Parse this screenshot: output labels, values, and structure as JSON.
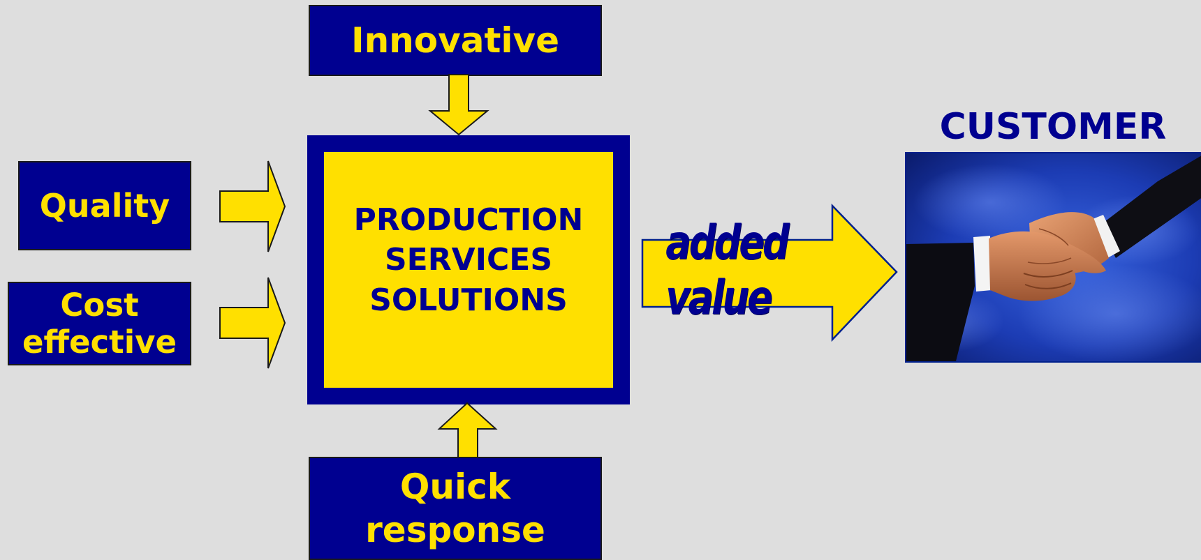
{
  "diagram": {
    "top_box": {
      "label": "Innovative"
    },
    "left_boxes": [
      {
        "lines": [
          "Quality"
        ]
      },
      {
        "lines": [
          "Cost",
          "effective"
        ]
      }
    ],
    "bottom_box": {
      "lines": [
        "Quick",
        "response"
      ]
    },
    "core": {
      "lines": [
        "PRODUCTION",
        "SERVICES",
        "SOLUTIONS"
      ]
    },
    "output_arrow": {
      "label": "added value"
    },
    "customer": {
      "title": "CUSTOMER",
      "image_icon": "handshake-photo"
    }
  },
  "colors": {
    "background": "#dedede",
    "navy": "#000090",
    "yellow": "#ffe000",
    "outline": "#1a1a1a"
  }
}
